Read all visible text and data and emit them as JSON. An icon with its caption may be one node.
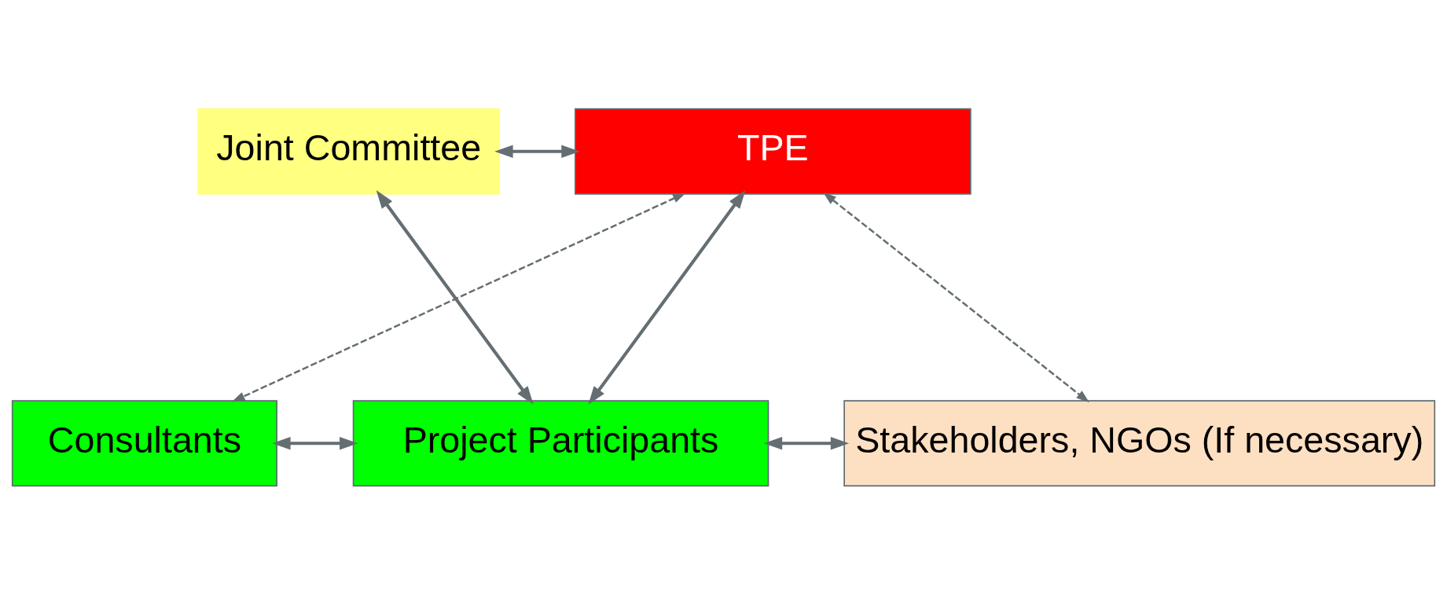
{
  "diagram": {
    "nodes": [
      {
        "text": [
          "Joint Committee"
        ]
      },
      {
        "text": [
          "TPE"
        ]
      },
      {
        "text": [
          "Consultants"
        ]
      },
      {
        "text": [
          "Project Participants"
        ]
      },
      {
        "text": [
          "Stakeholders, NGOs (If necessary)"
        ]
      }
    ],
    "edges": [
      {
        "from": 0,
        "to": 1,
        "arrow": "both"
      },
      {
        "from": 1,
        "to": 2,
        "arrow": "both",
        "style": "dashed"
      },
      {
        "from": 0,
        "to": 3,
        "arrow": "both"
      },
      {
        "from": 1,
        "to": 3,
        "arrow": "both"
      },
      {
        "from": 1,
        "to": 4,
        "arrow": "both",
        "style": "dashed"
      },
      {
        "from": 2,
        "to": 3,
        "arrow": "both"
      },
      {
        "from": 3,
        "to": 4,
        "arrow": "both"
      }
    ]
  }
}
